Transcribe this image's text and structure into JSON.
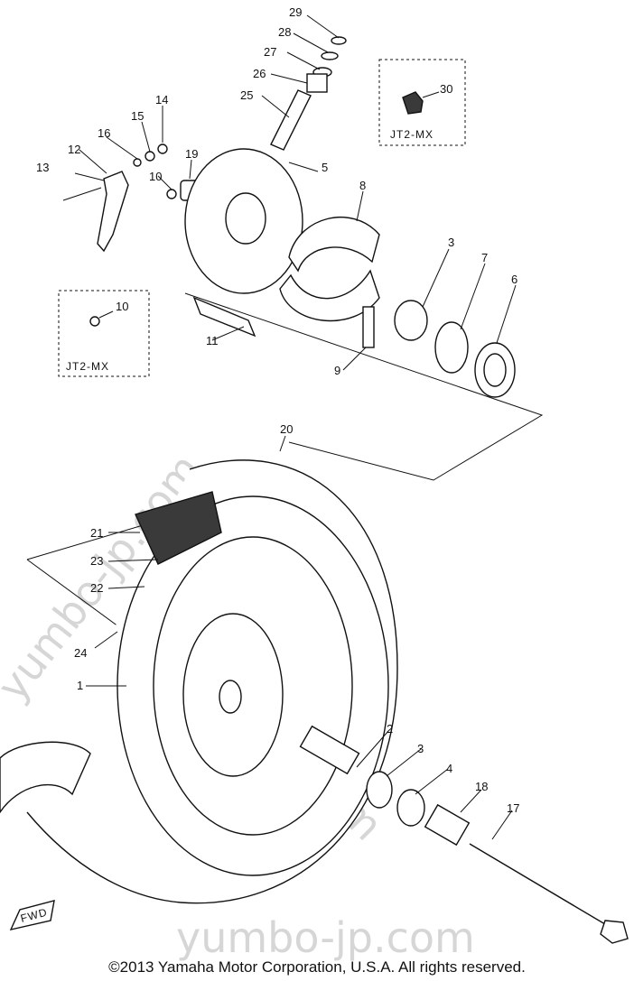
{
  "diagram": {
    "callouts": {
      "n1": "1",
      "n2": "2",
      "n3a": "3",
      "n3b": "3",
      "n4": "4",
      "n5": "5",
      "n6": "6",
      "n7": "7",
      "n8": "8",
      "n9": "9",
      "n10a": "10",
      "n10b": "10",
      "n11": "11",
      "n12": "12",
      "n13": "13",
      "n14": "14",
      "n15": "15",
      "n16": "16",
      "n17": "17",
      "n18": "18",
      "n19": "19",
      "n20": "20",
      "n21": "21",
      "n22": "22",
      "n23": "23",
      "n24": "24",
      "n25": "25",
      "n26": "26",
      "n27": "27",
      "n28": "28",
      "n29": "29",
      "n30": "30"
    },
    "box_label_top": "JT2-MX",
    "box_label_left": "JT2-MX",
    "fwd_label": "FWD"
  },
  "watermark": "yumbo-jp.com",
  "copyright": "©2013 Yamaha Motor Corporation, U.S.A. All rights reserved."
}
